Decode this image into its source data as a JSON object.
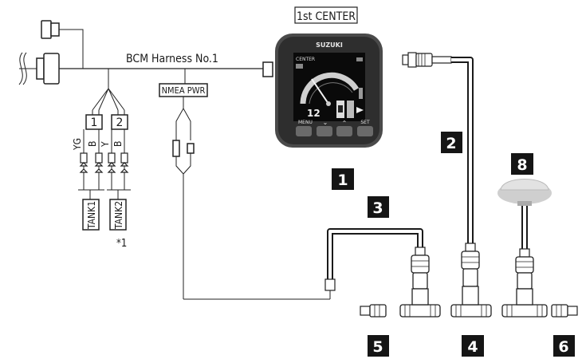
{
  "gauge": {
    "label": "1st CENTER",
    "brand": "SUZUKI",
    "screen_top_left": "CENTER",
    "readout": "12",
    "buttons": [
      "MENU",
      "⌄",
      "⌃",
      "SET"
    ]
  },
  "harness": {
    "label": "BCM Harness No.1",
    "power_label": "NMEA PWR",
    "fuel_connectors": [
      "1",
      "2"
    ],
    "wire_colors": [
      "YG",
      "B",
      "Y",
      "B"
    ],
    "tanks": [
      "TANK1",
      "TANK2"
    ],
    "note": "*1"
  },
  "callouts": {
    "gauge": "1",
    "backbone_drop": "2",
    "power_cable": "3",
    "tee_connector": "4",
    "terminator_left": "5",
    "terminator_right": "6",
    "gps_antenna": "8"
  }
}
